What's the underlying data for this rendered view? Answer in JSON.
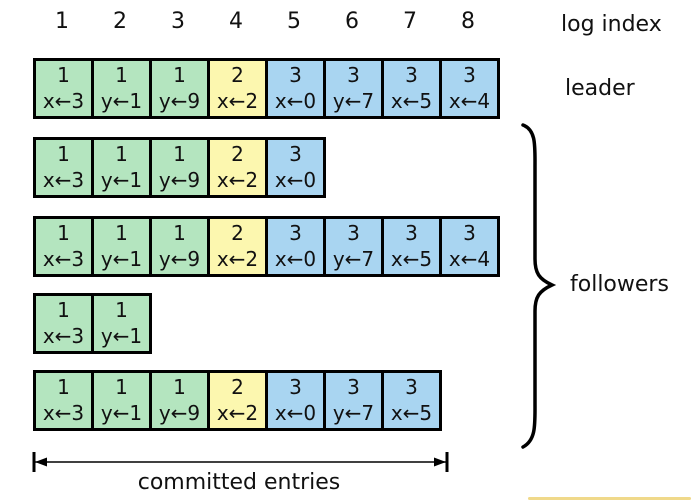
{
  "colors": {
    "term1": "#b4e5bf",
    "term2": "#fcf7af",
    "term3": "#a9d5f1",
    "border": "#000000",
    "text": "#111111",
    "bottom_line": "#f0d98a"
  },
  "log_index": {
    "label": "log index",
    "indices": [
      "1",
      "2",
      "3",
      "4",
      "5",
      "6",
      "7",
      "8"
    ]
  },
  "leader": {
    "label": "leader",
    "entries": [
      {
        "term": "1",
        "cmd": "x←3"
      },
      {
        "term": "1",
        "cmd": "y←1"
      },
      {
        "term": "1",
        "cmd": "y←9"
      },
      {
        "term": "2",
        "cmd": "x←2"
      },
      {
        "term": "3",
        "cmd": "x←0"
      },
      {
        "term": "3",
        "cmd": "y←7"
      },
      {
        "term": "3",
        "cmd": "x←5"
      },
      {
        "term": "3",
        "cmd": "x←4"
      }
    ]
  },
  "followers": {
    "label": "followers",
    "rows": [
      {
        "entries": [
          {
            "term": "1",
            "cmd": "x←3"
          },
          {
            "term": "1",
            "cmd": "y←1"
          },
          {
            "term": "1",
            "cmd": "y←9"
          },
          {
            "term": "2",
            "cmd": "x←2"
          },
          {
            "term": "3",
            "cmd": "x←0"
          }
        ]
      },
      {
        "entries": [
          {
            "term": "1",
            "cmd": "x←3"
          },
          {
            "term": "1",
            "cmd": "y←1"
          },
          {
            "term": "1",
            "cmd": "y←9"
          },
          {
            "term": "2",
            "cmd": "x←2"
          },
          {
            "term": "3",
            "cmd": "x←0"
          },
          {
            "term": "3",
            "cmd": "y←7"
          },
          {
            "term": "3",
            "cmd": "x←5"
          },
          {
            "term": "3",
            "cmd": "x←4"
          }
        ]
      },
      {
        "entries": [
          {
            "term": "1",
            "cmd": "x←3"
          },
          {
            "term": "1",
            "cmd": "y←1"
          }
        ]
      },
      {
        "entries": [
          {
            "term": "1",
            "cmd": "x←3"
          },
          {
            "term": "1",
            "cmd": "y←1"
          },
          {
            "term": "1",
            "cmd": "y←9"
          },
          {
            "term": "2",
            "cmd": "x←2"
          },
          {
            "term": "3",
            "cmd": "x←0"
          },
          {
            "term": "3",
            "cmd": "y←7"
          },
          {
            "term": "3",
            "cmd": "x←5"
          }
        ]
      }
    ]
  },
  "committed": {
    "label": "committed entries"
  }
}
